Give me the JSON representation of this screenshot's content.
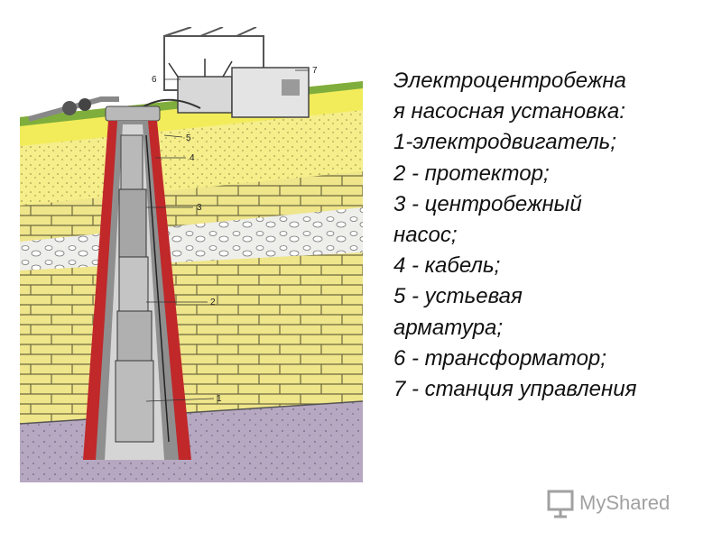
{
  "caption": {
    "lines": [
      "Электроцентробежна",
      "я насосная установка:",
      "1-электродвигатель;",
      "2 - протектор;",
      "3 - центробежный",
      "насос;",
      " 4 - кабель;",
      "5 - устьевая",
      "арматура;",
      " 6 - трансформатор;",
      "7 - станция управления"
    ]
  },
  "diagram": {
    "callouts": [
      "1",
      "2",
      "3",
      "4",
      "5",
      "6",
      "7"
    ],
    "colors": {
      "topsoil": "#f2ec5a",
      "sand": "#f5ee8a",
      "brick": "#efe58a",
      "gravel": "#eeeeea",
      "bedrock": "#b7a8c2",
      "casing": "#c0282a",
      "metal": "#b9b9b9"
    }
  },
  "watermark": {
    "text": "MyShared",
    "icon": "projector-board-icon"
  }
}
